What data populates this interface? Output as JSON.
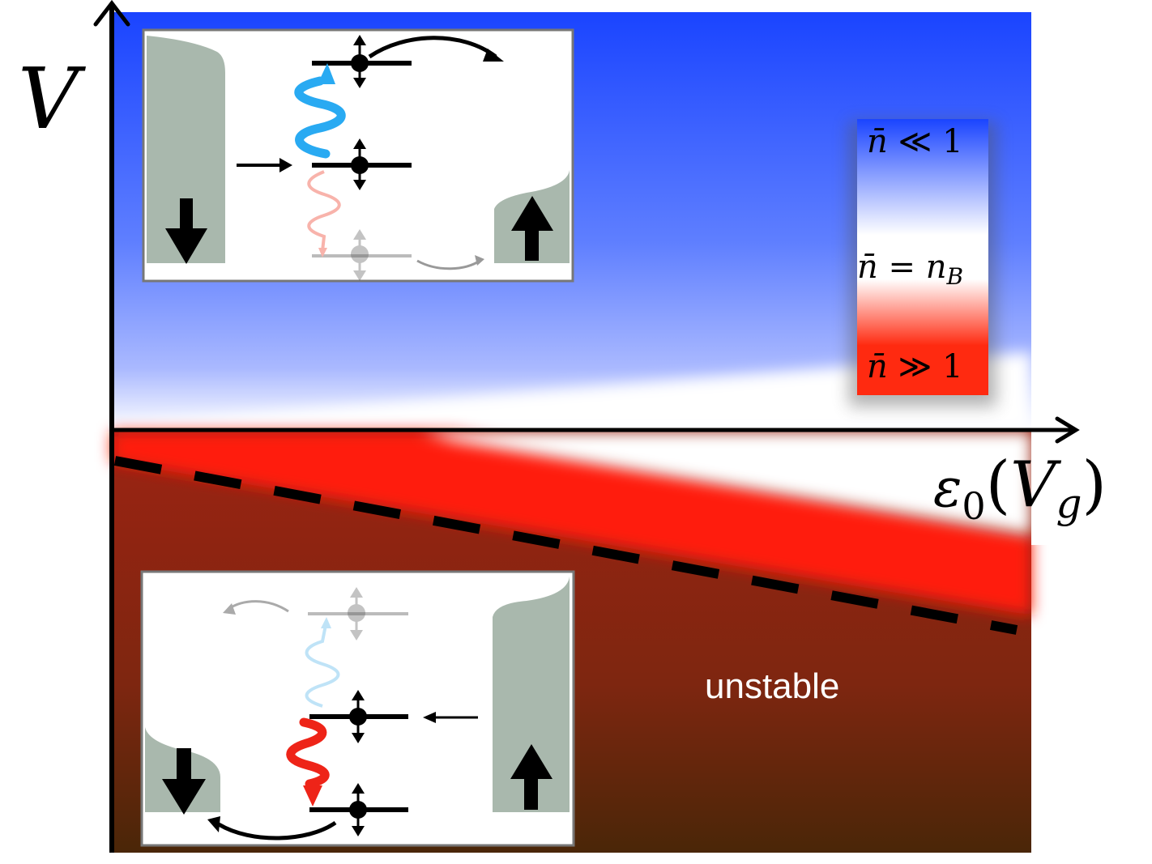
{
  "axes": {
    "y_label": "V",
    "x_label_main": "ε",
    "x_label_sub": "0",
    "x_label_paren_open": "(",
    "x_label_arg": "V",
    "x_label_arg_sub": "g",
    "x_label_paren_close": ")"
  },
  "legend": {
    "top": {
      "lhs": "n̄",
      "rel": " ≪ ",
      "rhs": "1"
    },
    "middle": {
      "lhs": "n̄",
      "rel": " = ",
      "rhs": "n",
      "rhs_sub": "B"
    },
    "bottom": {
      "lhs": "n̄",
      "rel": " ≫ ",
      "rhs": "1"
    }
  },
  "regions": {
    "unstable_label": "unstable"
  },
  "colors": {
    "blue": "#1a44ff",
    "white": "#ffffff",
    "red": "#ff1a0a",
    "dark_red": "#8a1f10",
    "brown": "#4a2608",
    "reservoir_gray": "#a9b8ad",
    "photon_blue": "#29aaf2",
    "photon_red": "#ee2418"
  }
}
